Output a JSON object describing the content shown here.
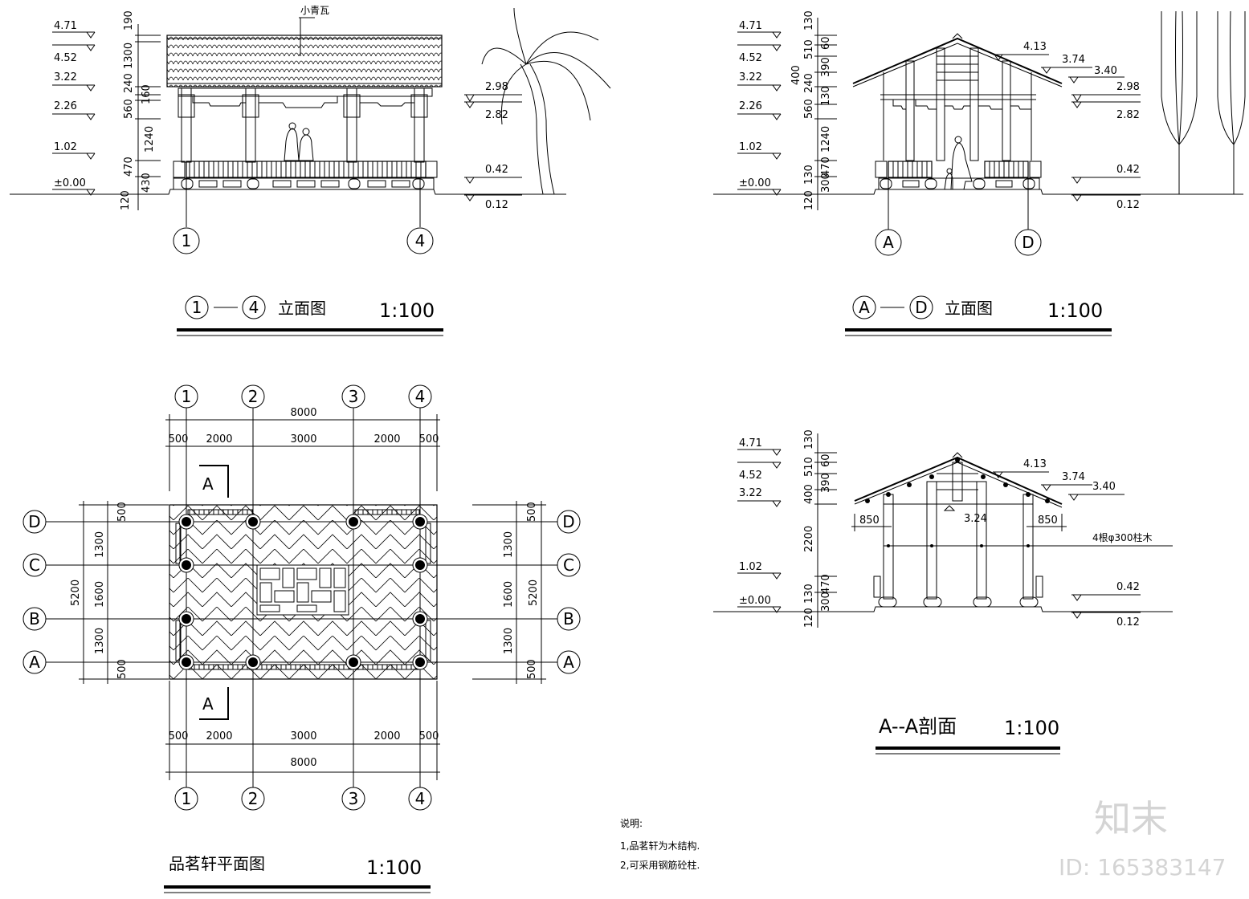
{
  "drawing": {
    "elev14": {
      "title_axis_from": "1",
      "title_axis_to": "4",
      "title_text": "立面图",
      "scale": "1:100",
      "roof_note": "小青瓦",
      "levels_left": [
        "4.71",
        "4.52",
        "3.22",
        "2.26",
        "1.02",
        "±0.00"
      ],
      "dims_vertical": [
        "190",
        "1300",
        "240",
        "160",
        "560",
        "1240",
        "470",
        "430",
        "120"
      ],
      "levels_right": [
        "2.98",
        "2.82",
        "0.42",
        "0.12"
      ],
      "axis_bottom": [
        "1",
        "4"
      ]
    },
    "elevAD": {
      "title_axis_from": "A",
      "title_axis_to": "D",
      "title_text": "立面图",
      "scale": "1:100",
      "levels_left": [
        "4.71",
        "4.52",
        "3.22",
        "2.26",
        "1.02",
        "±0.00"
      ],
      "dims_vertical": [
        "130",
        "510",
        "60",
        "390",
        "400",
        "240",
        "130",
        "560",
        "1240",
        "470",
        "130",
        "300",
        "120"
      ],
      "levels_right": [
        "4.13",
        "3.74",
        "3.40",
        "2.98",
        "2.82",
        "0.42",
        "0.12"
      ],
      "axis_bottom": [
        "A",
        "D"
      ]
    },
    "plan": {
      "title": "品茗轩平面图",
      "scale": "1:100",
      "axes_top": [
        "1",
        "2",
        "3",
        "4"
      ],
      "axes_side": [
        "D",
        "C",
        "B",
        "A"
      ],
      "overall_width": "8000",
      "dims_h": [
        "500",
        "2000",
        "3000",
        "2000",
        "500"
      ],
      "overall_depth": "5200",
      "dims_v": [
        "500",
        "1300",
        "1600",
        "1300",
        "500"
      ],
      "section_mark": "A"
    },
    "section": {
      "title": "A--A剖面",
      "scale": "1:100",
      "levels_left": [
        "4.71",
        "4.52",
        "3.22",
        "1.02",
        "±0.00"
      ],
      "dims_vertical": [
        "130",
        "510",
        "60",
        "390",
        "400",
        "2200",
        "470",
        "130",
        "300",
        "120"
      ],
      "levels_right": [
        "4.13",
        "3.74",
        "3.40",
        "0.42",
        "0.12"
      ],
      "eave_dim": "850",
      "center_level": "3.24",
      "beam_note": "4根φ300柱木"
    },
    "notes": {
      "heading": "说明:",
      "items": [
        "1,品茗轩为木结构.",
        "2,可采用钢筋砼柱."
      ]
    },
    "watermark": {
      "brand": "知末",
      "id": "ID: 165383147"
    }
  }
}
